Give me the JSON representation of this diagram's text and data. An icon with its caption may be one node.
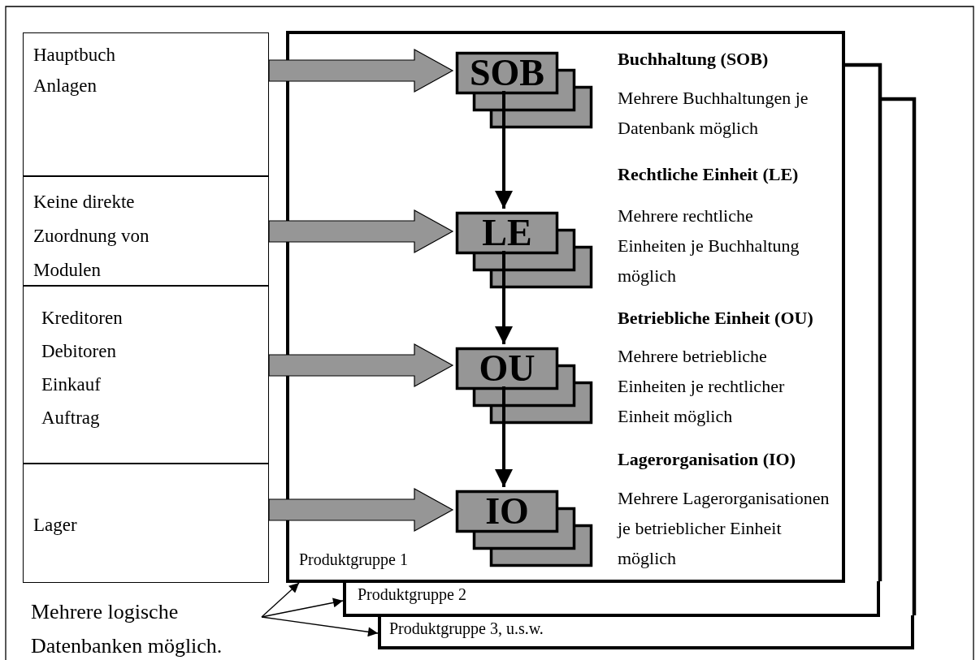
{
  "diagram": {
    "nodes": [
      {
        "text": [
          "Produktgruppe 1"
        ]
      },
      {
        "text": [
          "SOB"
        ],
        "in": 0,
        "beside": [
          "Buchhaltung (SOB)",
          "Mehrere Buchhaltungen je Datenbank möglich"
        ]
      },
      {
        "text": [
          "LE"
        ],
        "in": 0,
        "beside": [
          "Rechtliche Einheit (LE)",
          "Mehrere rechtliche Einheiten je Buchhaltung möglich"
        ]
      },
      {
        "text": [
          "OU"
        ],
        "in": 0,
        "beside": [
          "Betriebliche Einheit (OU)",
          "Mehrere betriebliche Einheiten je rechtlicher Einheit möglich"
        ]
      },
      {
        "text": [
          "IO"
        ],
        "in": 0,
        "beside": [
          "Lagerorganisation (IO)",
          "Mehrere Lagerorganisationen je betrieblicher Einheit möglich"
        ]
      },
      {
        "text": [
          "Produktgruppe 2"
        ]
      },
      {
        "text": [
          "Produktgruppe 3, u.s.w."
        ]
      },
      {
        "text": [
          "Hauptbuch",
          "Anlagen"
        ]
      },
      {
        "text": [
          "Keine direkte Zuordnung von Modulen"
        ]
      },
      {
        "text": [
          "Kreditoren",
          "Debitoren",
          "Einkauf",
          "Auftrag"
        ]
      },
      {
        "text": [
          "Lager"
        ]
      },
      {
        "text": [
          "Mehrere logische Datenbanken möglich."
        ]
      }
    ],
    "edges": [
      {
        "from": 7,
        "to": 1,
        "arrow": "to",
        "style": "thick",
        "color": "#969696"
      },
      {
        "from": 8,
        "to": 2,
        "arrow": "to",
        "style": "thick",
        "color": "#969696"
      },
      {
        "from": 9,
        "to": 3,
        "arrow": "to",
        "style": "thick",
        "color": "#969696"
      },
      {
        "from": 10,
        "to": 4,
        "arrow": "to",
        "style": "thick",
        "color": "#969696"
      },
      {
        "from": 1,
        "to": 2,
        "arrow": "to",
        "style": "thick"
      },
      {
        "from": 2,
        "to": 3,
        "arrow": "to",
        "style": "thick"
      },
      {
        "from": 3,
        "to": 4,
        "arrow": "to",
        "style": "thick"
      },
      {
        "from": 11,
        "to": 0,
        "arrow": "to"
      },
      {
        "from": 11,
        "to": 5,
        "arrow": "to"
      },
      {
        "from": 11,
        "to": 6,
        "arrow": "to"
      }
    ]
  }
}
